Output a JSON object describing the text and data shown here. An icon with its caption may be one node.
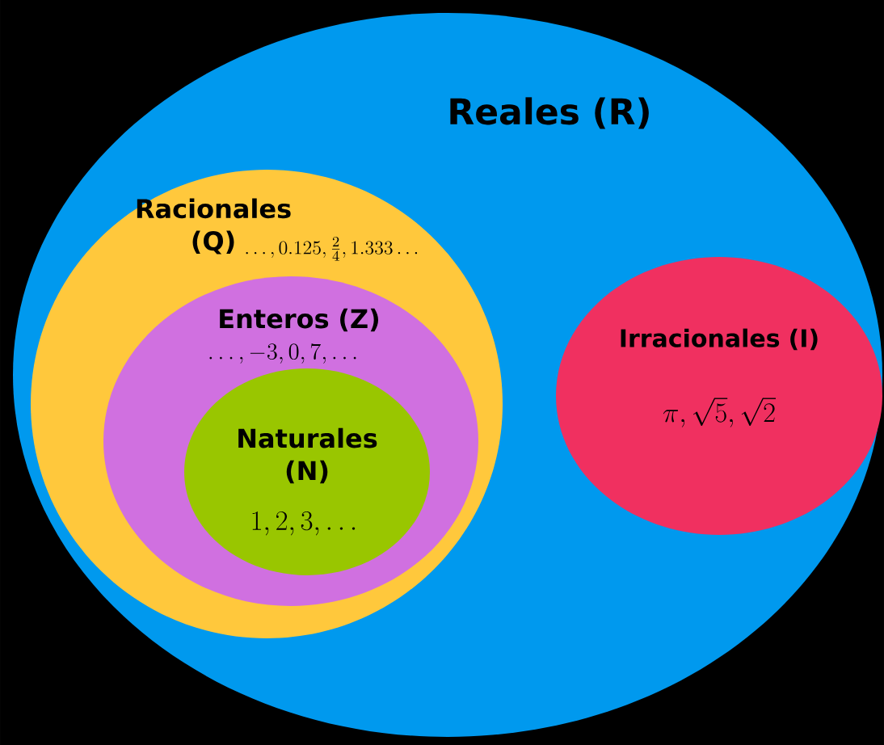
{
  "diagram": {
    "nodes": [
      {
        "text": [
          "Reales (R)"
        ]
      },
      {
        "text": [
          "Racionales (Q)",
          "\\ldots, 0.125, \\frac{2}{4}, 1.333\\ldots"
        ],
        "in": 0
      },
      {
        "text": [
          "Enteros (Z)",
          "\\ldots, -3, 0, 7, \\ldots"
        ],
        "in": 1
      },
      {
        "text": [
          "Naturales (N)",
          "1, 2, 3, \\ldots"
        ],
        "in": 2
      },
      {
        "text": [
          "Irracionales (I)",
          "\\pi, \\sqrt{5}, \\sqrt{2}"
        ],
        "in": 0
      }
    ]
  }
}
